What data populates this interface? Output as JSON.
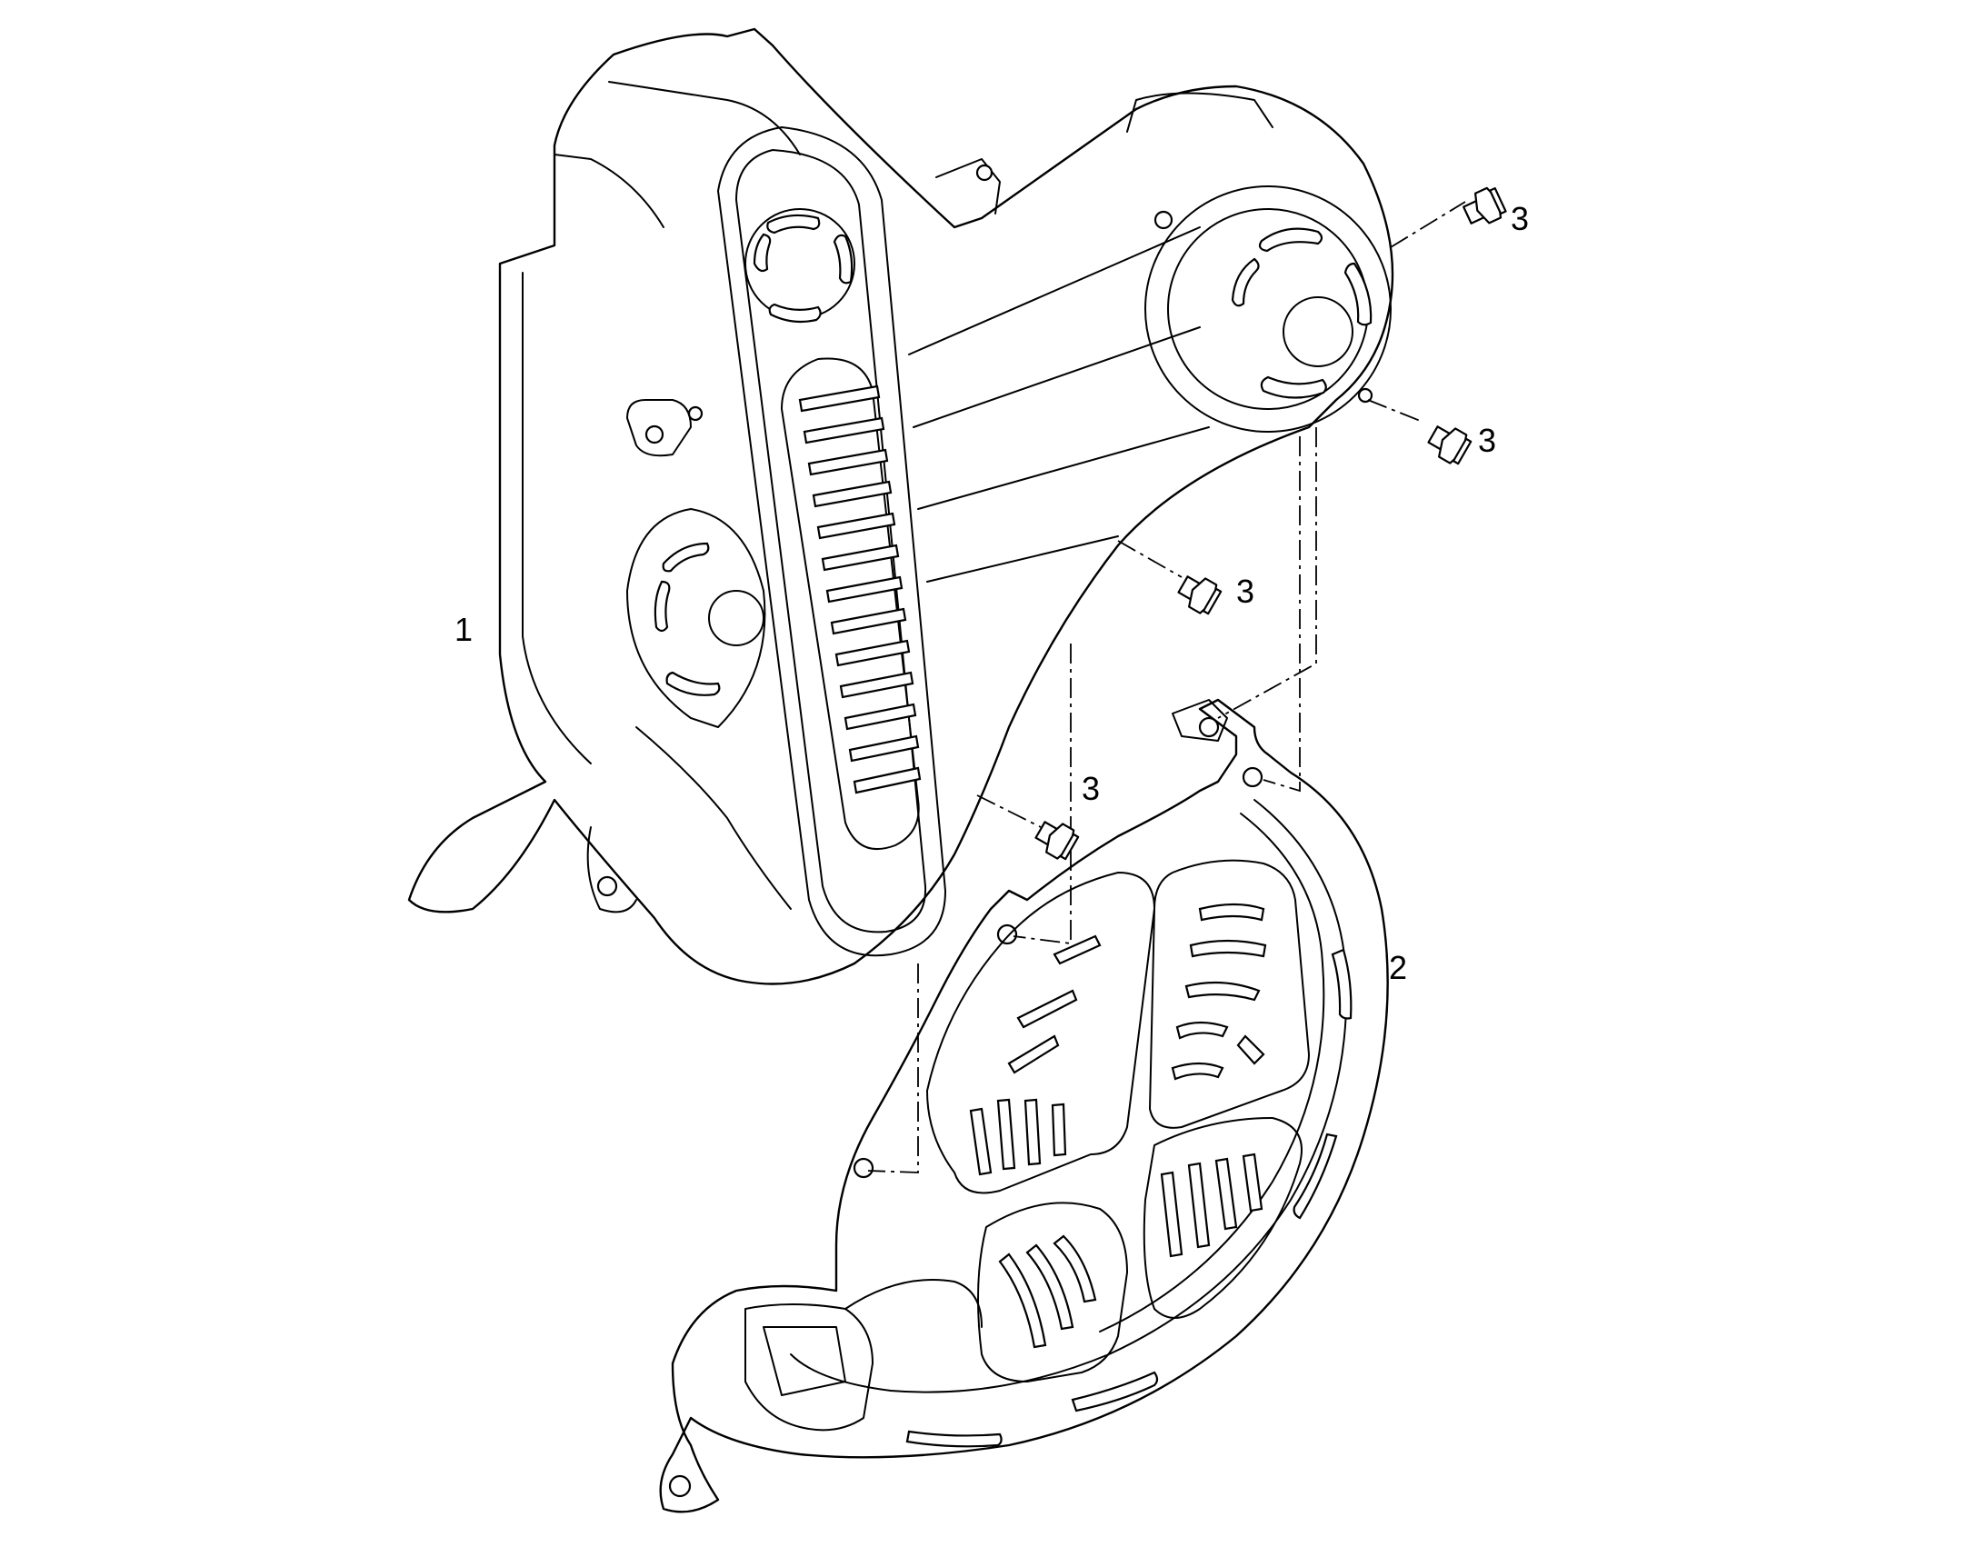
{
  "diagram": {
    "callouts": {
      "belt_cover": "1",
      "lower_cover": "2",
      "bolt_a": "3",
      "bolt_b": "3",
      "bolt_c": "3",
      "bolt_d": "3"
    }
  },
  "colors": {
    "line": "#000000",
    "background": "#ffffff"
  }
}
